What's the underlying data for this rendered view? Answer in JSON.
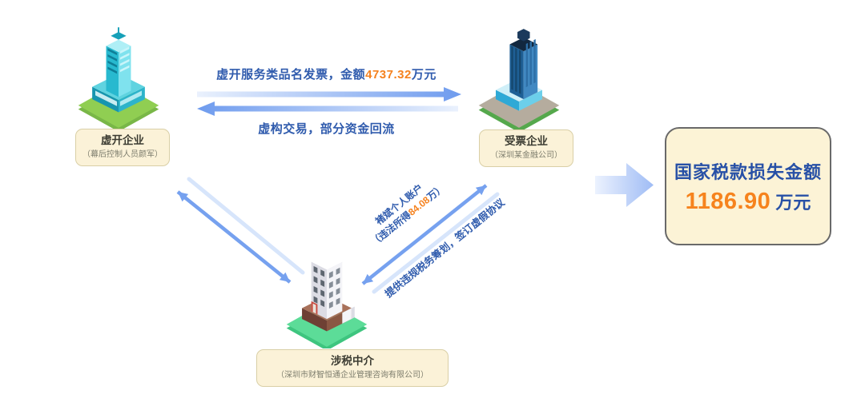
{
  "entities": {
    "issuer": {
      "title": "虚开企业",
      "subtitle": "（幕后控制人员颜军）",
      "icon": "teal-office-building-icon"
    },
    "receiver": {
      "title": "受票企业",
      "subtitle": "（深圳某金融公司）",
      "icon": "blue-skyscraper-icon"
    },
    "intermediary": {
      "title": "涉税中介",
      "subtitle": "（深圳市财智恒通企业管理咨询有限公司）",
      "icon": "white-office-building-icon"
    }
  },
  "flows": {
    "invoice": {
      "prefix": "虚开服务类品名发票，金额",
      "amount": "4737.32",
      "suffix": "万元"
    },
    "return_flow": {
      "label": "虚构交易，部分资金回流"
    },
    "personal_account": {
      "line1": "褚斌个人账户",
      "line2_prefix": "（违法所得",
      "amount": "84.08",
      "line2_suffix": "万）"
    },
    "intermediary_service": {
      "label": "提供违规税务筹划，签订虚假协议"
    }
  },
  "result": {
    "title": "国家税款损失金额",
    "amount": "1186.90",
    "unit": "万元"
  },
  "colors": {
    "text_blue": "#2F5BAD",
    "accent_orange": "#F5821F",
    "arrow_blue": "#76A1EF",
    "arrow_light": "#E9F1FD",
    "label_box_bg": "#FBF2D8",
    "label_box_border": "#D9CFA6",
    "result_box_bg": "#FCF3D6",
    "result_box_border": "#696969",
    "result_title_blue": "#2750A6"
  }
}
